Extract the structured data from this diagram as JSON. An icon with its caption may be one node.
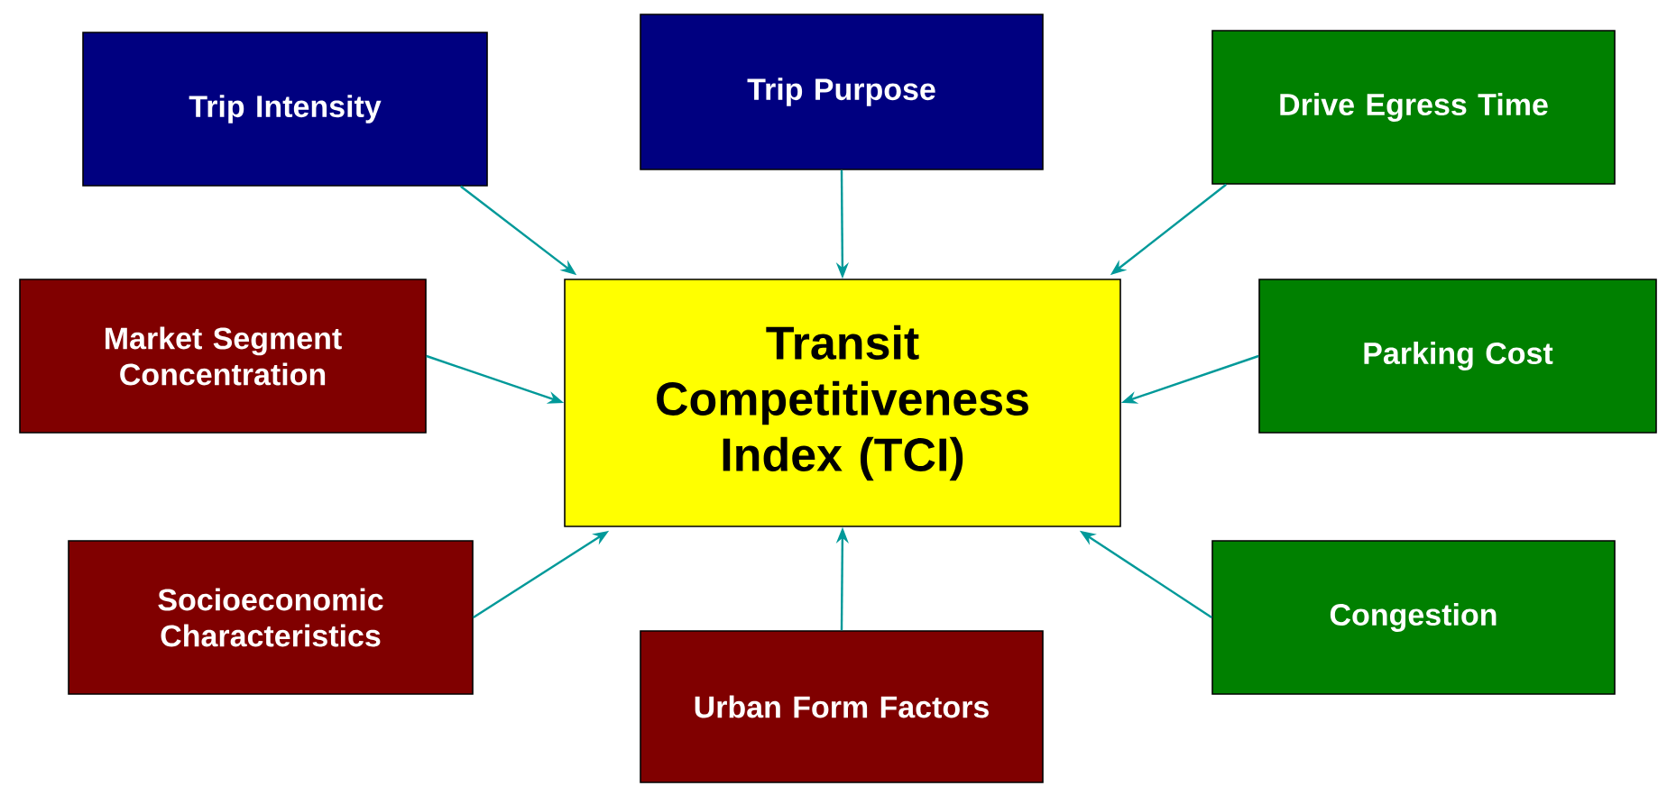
{
  "diagram": {
    "nodes": [
      {
        "text": [
          "Transit Competitiveness Index (TCI)"
        ]
      },
      {
        "text": [
          "Trip Intensity"
        ]
      },
      {
        "text": [
          "Trip Purpose"
        ]
      },
      {
        "text": [
          "Drive Egress Time"
        ]
      },
      {
        "text": [
          "Market Segment Concentration"
        ]
      },
      {
        "text": [
          "Parking Cost"
        ]
      },
      {
        "text": [
          "Socioeconomic Characteristics"
        ]
      },
      {
        "text": [
          "Urban Form Factors"
        ]
      },
      {
        "text": [
          "Congestion"
        ]
      }
    ],
    "edges": [
      {
        "from": 1,
        "to": 0,
        "arrow": "to"
      },
      {
        "from": 2,
        "to": 0,
        "arrow": "to"
      },
      {
        "from": 3,
        "to": 0,
        "arrow": "to"
      },
      {
        "from": 4,
        "to": 0,
        "arrow": "to"
      },
      {
        "from": 5,
        "to": 0,
        "arrow": "to"
      },
      {
        "from": 6,
        "to": 0,
        "arrow": "to"
      },
      {
        "from": 7,
        "to": 0,
        "arrow": "to"
      },
      {
        "from": 8,
        "to": 0,
        "arrow": "to"
      }
    ]
  }
}
